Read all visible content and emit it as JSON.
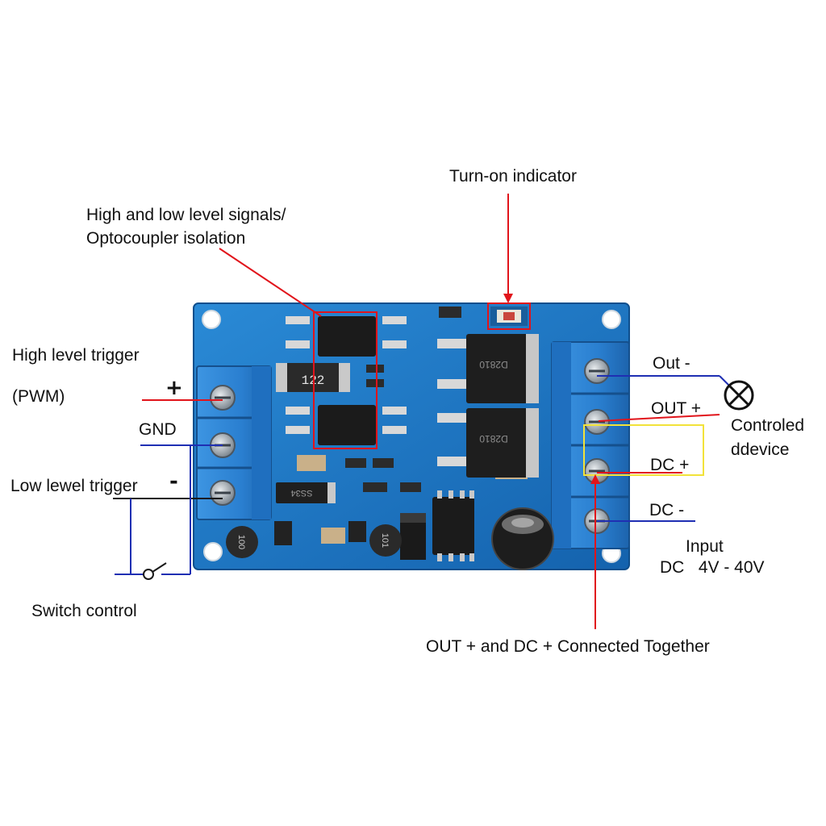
{
  "labels": {
    "turn_on_indicator": "Turn-on indicator",
    "signals_line1": "High and low level signals/",
    "signals_line2": "Optocoupler isolation",
    "high_level_trigger": "High level trigger",
    "pwm": "(PWM)",
    "gnd": "GND",
    "low_level_trigger": "Low lewel trigger",
    "switch_control": "Switch control",
    "out_minus": "Out -",
    "out_plus": "OUT +",
    "controlled_line1": "Controled",
    "controlled_line2": "ddevice",
    "dc_plus": "DC +",
    "dc_minus": "DC -",
    "input_line1": "Input",
    "input_line2": "DC   4V - 40V",
    "connected_together": "OUT + and DC + Connected Together",
    "plus_sign": "+",
    "minus_sign": "-"
  },
  "board": {
    "chip_markings": {
      "inductor": "122",
      "mosfet_top": "D2810",
      "mosfet_bottom": "D2810",
      "diode": "SS34",
      "cap_marking": "101",
      "small_inductor": "100"
    }
  },
  "colors": {
    "board": "#1c78c6",
    "terminal": "#2f86d8",
    "pointer_red": "#e1141b",
    "wire_blue": "#1f2fb3",
    "highlight_yellow": "#f2e23a"
  },
  "icons": {
    "lamp": "lamp-icon",
    "switch": "switch-icon"
  }
}
